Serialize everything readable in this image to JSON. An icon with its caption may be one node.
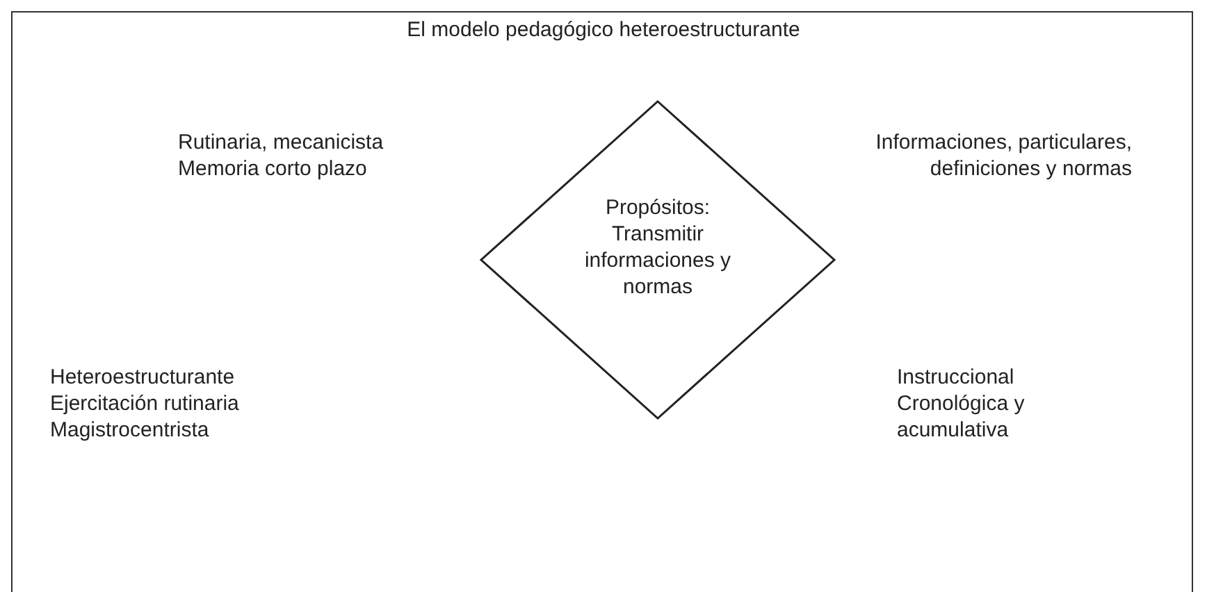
{
  "diagram": {
    "title": "El modelo pedagógico heteroestructurante",
    "nodes": [
      {
        "text": [
          "Propósitos:",
          "Transmitir informaciones y normas"
        ]
      }
    ],
    "labels": [
      "Rutinaria, mecanicista",
      "Memoria corto plazo",
      "Informaciones, particulares, definiciones y normas",
      "Heteroestructurante",
      "Ejercitación rutinaria",
      "Magistrocentrista",
      "Instruccional",
      "Cronológica y acumulativa"
    ]
  }
}
